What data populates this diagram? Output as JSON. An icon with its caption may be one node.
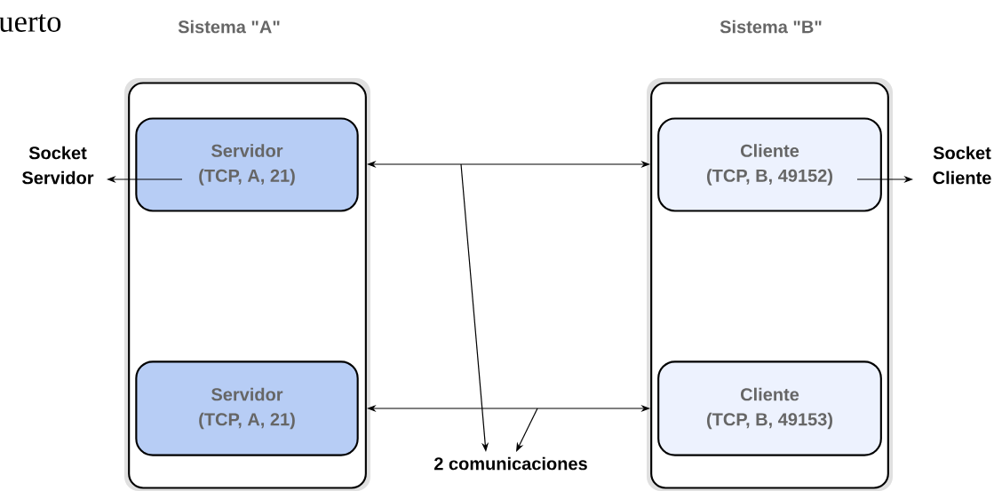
{
  "diagram": {
    "nodes": [
      {
        "text": [
          "Sistema \"A\""
        ]
      },
      {
        "text": [
          "Sistema \"B\""
        ]
      },
      {
        "text": [
          "Servidor",
          "(TCP, A, 21)"
        ],
        "in": 0
      },
      {
        "text": [
          "Cliente",
          "(TCP, B, 49152)"
        ],
        "in": 1
      },
      {
        "text": [
          "Servidor",
          "(TCP, A, 21)"
        ],
        "in": 0
      },
      {
        "text": [
          "Cliente",
          "(TCP, B, 49153)"
        ],
        "in": 1
      },
      {
        "text": [
          "Socket Servidor"
        ]
      },
      {
        "text": [
          "Socket Cliente"
        ]
      },
      {
        "text": [
          "2 comunicaciones"
        ]
      }
    ],
    "edges": [
      {
        "from": 0,
        "to": 1,
        "arrow": "both"
      },
      {
        "from": 0,
        "to": 1,
        "arrow": "both"
      },
      {
        "from": 2,
        "to": 6,
        "arrow": "to"
      },
      {
        "from": 3,
        "to": 7,
        "arrow": "to"
      },
      {
        "from": null,
        "to": 8,
        "arrow": "to"
      },
      {
        "from": null,
        "to": 8,
        "arrow": "to"
      }
    ],
    "labels": [
      "uerto"
    ]
  }
}
